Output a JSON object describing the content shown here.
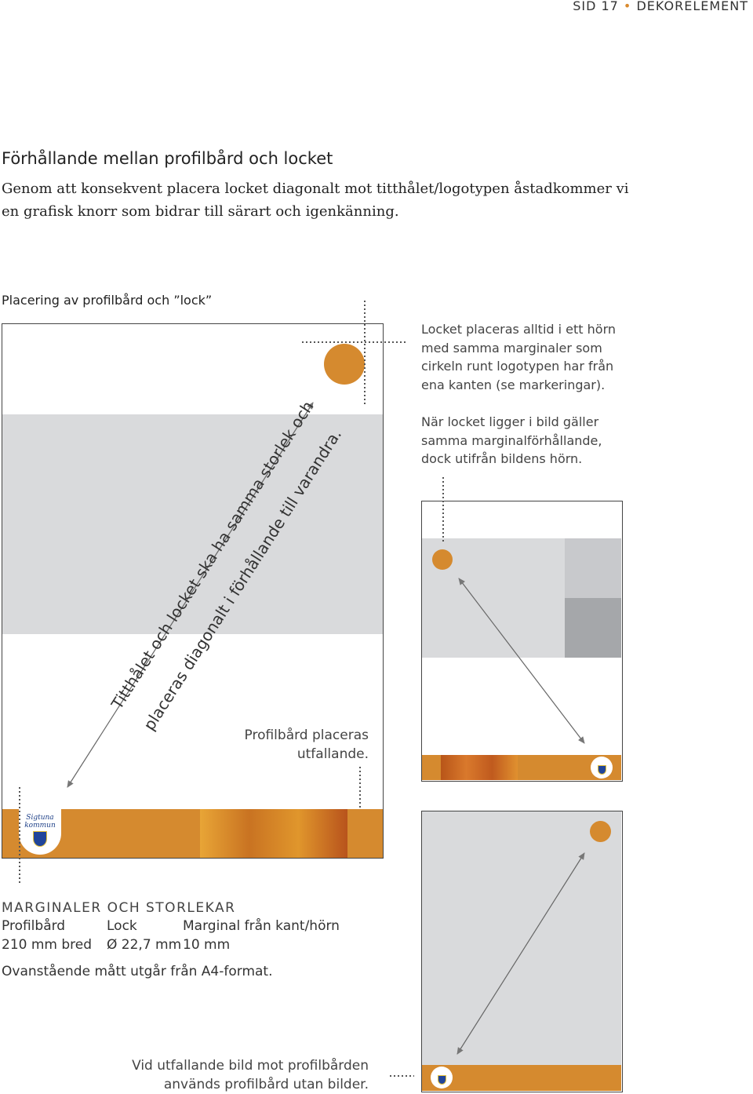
{
  "header": {
    "page": "SID 17",
    "separator": "•",
    "section": "DEKORELEMENT"
  },
  "heading": "Förhållande mellan profilbård och locket",
  "intro": "Genom att konsekvent placera locket diagonalt mot titthålet/logotypen åstadkommer vi en grafisk knorr som bidrar till särart och igenkänning.",
  "subheading": "Placering av profilbård och ”lock”",
  "note1": "Locket placeras alltid i ett hörn med samma marginaler som cirkeln runt logotypen har från ena kanten (se markeringar).",
  "note2": "När locket ligger i bild gäller samma marginalförhållande, dock utifrån bildens hörn.",
  "diagonal_text": {
    "line1": "Titthålet och locket ska ha samma storlek och",
    "line2": "placeras diagonalt i förhållande till varandra."
  },
  "profile_note": {
    "line1": "Profilbård placeras",
    "line2": "utfallande."
  },
  "logo": {
    "line1": "Sigtuna",
    "line2": "kommun"
  },
  "measures": {
    "title": "MARGINALER OCH STORLEKAR",
    "headers": [
      "Profilbård",
      "Lock",
      "Marginal från kant/hörn"
    ],
    "values": [
      "210 mm bred",
      "Ø 22,7 mm",
      "10 mm"
    ],
    "footnote": "Ovanstående mått utgår från A4-format."
  },
  "bottom_note": {
    "line1": "Vid utfallande bild mot profilbården",
    "line2": "används profilbård utan bilder."
  },
  "colors": {
    "accent": "#d58a2f",
    "gray": "#d9dadc",
    "dark_gray": "#a5a7aa"
  }
}
